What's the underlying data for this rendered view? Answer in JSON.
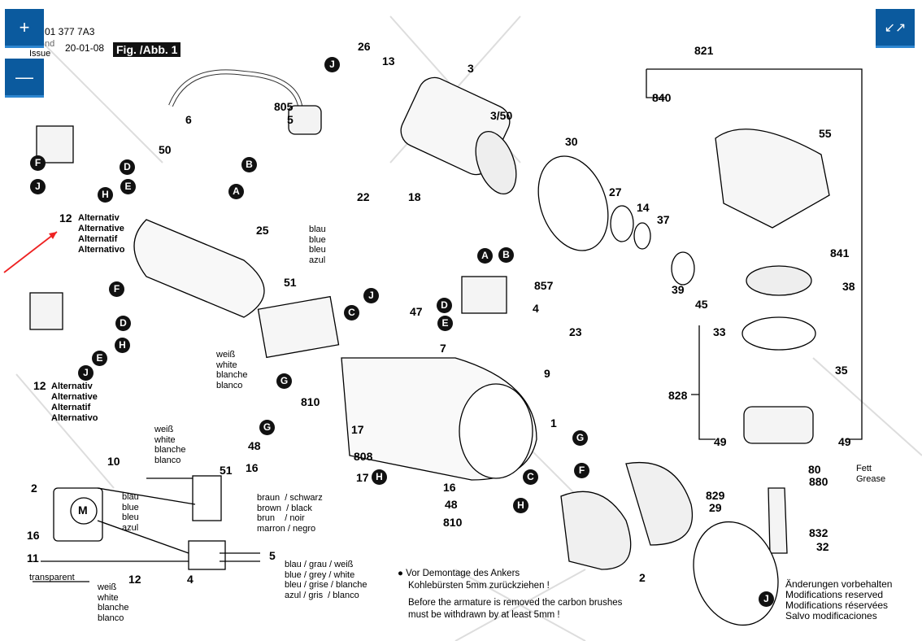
{
  "header": {
    "doc_number": "01 377 7A3",
    "issue_label": "Issue",
    "issue_prefix": "nd",
    "issue_date": "20-01-08",
    "figure_label": "Fig. /Abb. 1"
  },
  "controls": {
    "zoom_in_icon": "plus-icon",
    "zoom_out_icon": "minus-icon",
    "collapse_icon": "collapse-arrows-icon",
    "accent": "#0b5a9e"
  },
  "parts": [
    "26",
    "13",
    "805",
    "5",
    "6",
    "50",
    "3",
    "3/50",
    "30",
    "27",
    "14",
    "37",
    "39",
    "45",
    "22",
    "18",
    "25",
    "51",
    "857",
    "4",
    "47",
    "7",
    "23",
    "9",
    "1",
    "810",
    "17",
    "48",
    "16",
    "808",
    "17",
    "16",
    "48",
    "810",
    "2",
    "829",
    "29",
    "821",
    "840",
    "55",
    "841",
    "38",
    "33",
    "35",
    "828",
    "49",
    "49",
    "80",
    "880",
    "832",
    "32",
    "10",
    "2",
    "16",
    "11",
    "12",
    "51",
    "4",
    "5",
    "12",
    "12"
  ],
  "circle_letters": [
    "J",
    "B",
    "A",
    "F",
    "D",
    "E",
    "J",
    "H",
    "F",
    "D",
    "H",
    "E",
    "J",
    "J",
    "C",
    "G",
    "A",
    "B",
    "D",
    "E",
    "G",
    "H",
    "C",
    "F",
    "G",
    "H",
    "J"
  ],
  "alternatives": [
    "Alternativ",
    "Alternative",
    "Alternatif",
    "Alternativo"
  ],
  "colors": {
    "blue_1": [
      "blau",
      "blue",
      "bleu",
      "azul"
    ],
    "white_1": [
      "weiß",
      "white",
      "blanche",
      "blanco"
    ],
    "white_2": [
      "weiß",
      "white",
      "blanche",
      "blanco"
    ],
    "blue_2": [
      "blau",
      "blue",
      "bleu",
      "azul"
    ],
    "white_3": [
      "weiß",
      "white",
      "blanche",
      "blanco"
    ],
    "brown_black": [
      "braun  / schwarz",
      "brown  / black",
      "brun    / noir",
      "marron / negro"
    ],
    "blue_grey_white": [
      "blau / grau / weiß",
      "blue / grey / white",
      "bleu / grise / blanche",
      "azul / gris  / blanco"
    ],
    "transparent": "transparent",
    "motor": "M"
  },
  "grease": [
    "Fett",
    "Grease"
  ],
  "notes": {
    "de_1": "Vor Demontage des Ankers",
    "de_2": "Kohlebürsten 5mm zurückziehen !",
    "en_1": "Before the armature is removed the carbon brushes",
    "en_2": "must be withdrawn by at least 5mm !"
  },
  "modifications": [
    "Änderungen vorbehalten",
    "Modifications reserved",
    "Modifications réservées",
    "Salvo modificaciones"
  ]
}
